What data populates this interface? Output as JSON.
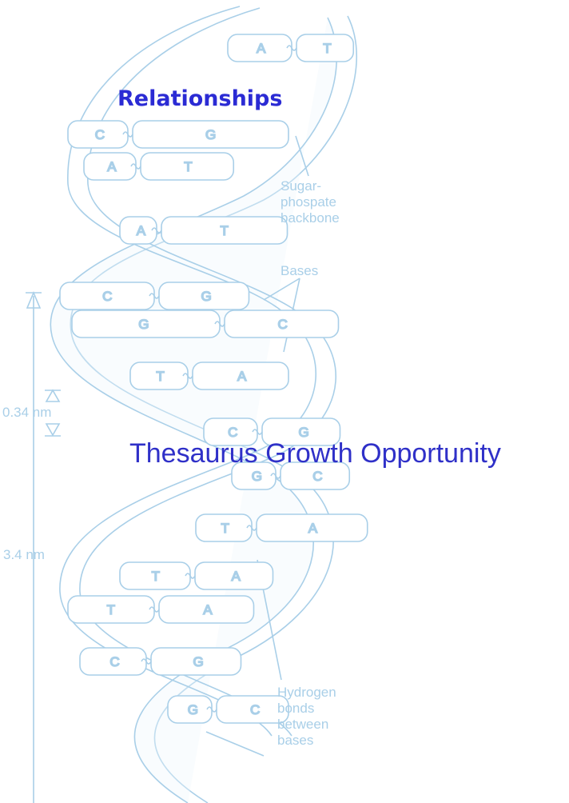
{
  "slide": {
    "title": "Relationships",
    "subtitle": "Thesaurus Growth Opportunity"
  },
  "diagram": {
    "labels": {
      "backbone": [
        "Sugar-",
        "phospate",
        "backbone"
      ],
      "bases": "Bases",
      "hydrogen": [
        "Hydrogen",
        "bonds",
        "between",
        "bases"
      ],
      "rise": "0.34 nm",
      "pitch": "3.4 nm"
    },
    "base_pairs": [
      {
        "left": "A",
        "right": "T"
      },
      {
        "left": "C",
        "right": "G"
      },
      {
        "left": "A",
        "right": "T"
      },
      {
        "left": "A",
        "right": "T"
      },
      {
        "left": "C",
        "right": "G"
      },
      {
        "left": "G",
        "right": "C"
      },
      {
        "left": "T",
        "right": "A"
      },
      {
        "left": "C",
        "right": "G"
      },
      {
        "left": "G",
        "right": "C"
      },
      {
        "left": "T",
        "right": "A"
      },
      {
        "left": "T",
        "right": "A"
      },
      {
        "left": "T",
        "right": "A"
      },
      {
        "left": "C",
        "right": "G"
      },
      {
        "left": "G",
        "right": "C"
      }
    ],
    "colors": {
      "line": "#a9cfe8",
      "fill": "#e6f2fa",
      "title": "#2b2bd4"
    }
  }
}
